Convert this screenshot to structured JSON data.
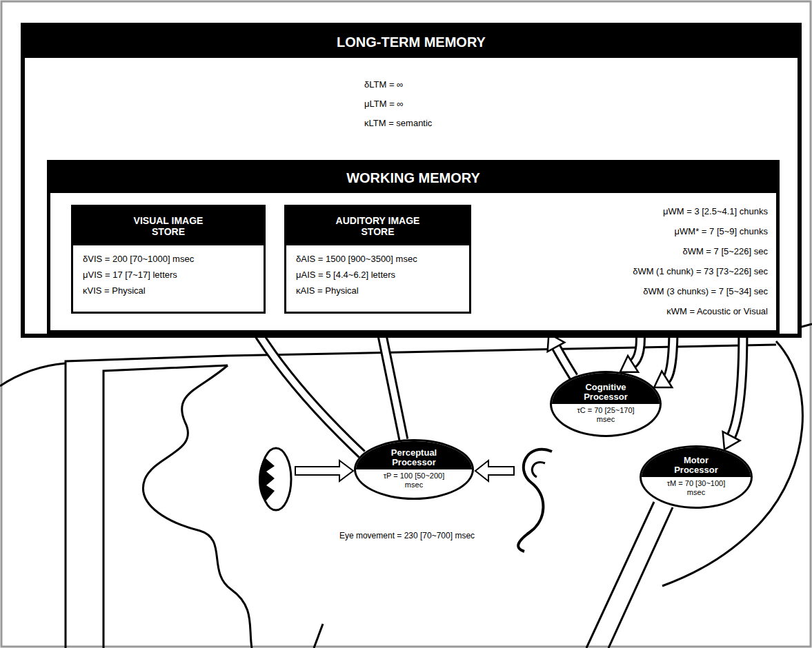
{
  "diagram": {
    "nodes": [
      {
        "text": [
          "LONG-TERM MEMORY",
          "δLTM = ∞",
          "μLTM = ∞",
          "κLTM = semantic"
        ]
      },
      {
        "text": [
          "WORKING MEMORY",
          "μWM = 3 [2.5~4.1] chunks",
          "μWM* = 7 [5~9] chunks",
          "δWM = 7 [5~226] sec",
          "δWM (1 chunk) = 73 [73~226] sec",
          "δWM (3 chunks) = 7 [5~34] sec",
          "κWM = Acoustic or Visual"
        ],
        "in": 0
      },
      {
        "text": [
          "VISUAL IMAGE STORE",
          "δVIS = 200 [70~1000] msec",
          "μVIS = 17 [7~17] letters",
          "κVIS = Physical"
        ],
        "in": 1
      },
      {
        "text": [
          "AUDITORY IMAGE STORE",
          "δAIS = 1500 [900~3500] msec",
          "μAIS = 5 [4.4~6.2] letters",
          "κAIS = Physical"
        ],
        "in": 1
      },
      {
        "text": [
          "Cognitive Processor",
          "τC = 70 [25~170] msec"
        ]
      },
      {
        "text": [
          "Perceptual Processor",
          "τP = 100 [50~200] msec"
        ]
      },
      {
        "text": [
          "Motor Processor",
          "τM = 70 [30~100] msec"
        ]
      }
    ],
    "edges": [
      {
        "from": 5,
        "to": 2,
        "arrow": "to"
      },
      {
        "from": 5,
        "to": 3,
        "arrow": "to"
      },
      {
        "from": 4,
        "to": 1,
        "arrow": "to"
      },
      {
        "from": 1,
        "to": 4,
        "arrow": "to"
      },
      {
        "from": 1,
        "to": 4,
        "arrow": "to"
      },
      {
        "from": 1,
        "to": 6,
        "arrow": "to"
      }
    ],
    "labels": [
      "Eye movement = 230 [70~700] msec"
    ]
  }
}
